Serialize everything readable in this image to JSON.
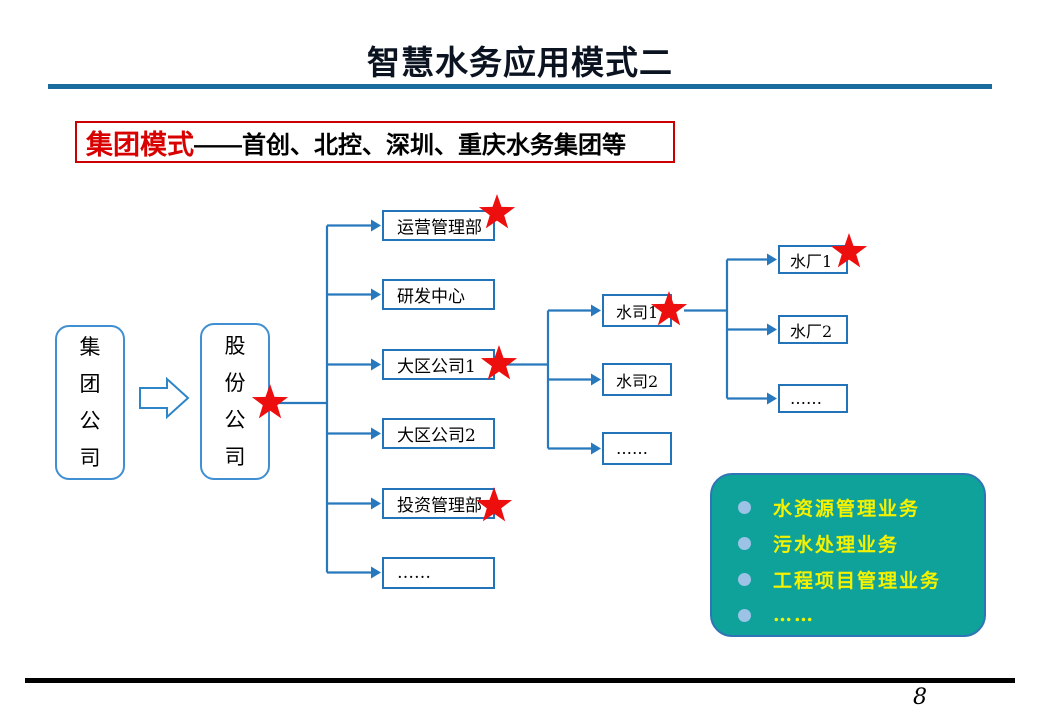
{
  "title": "智慧水务应用模式二",
  "banner": {
    "highlight": "集团模式",
    "suffix": "——首创、北控、深圳、重庆水务集团等"
  },
  "chart": {
    "group_company": "集\n团\n公\n司",
    "holding_company": "股\n份\n公\n司",
    "departments": [
      {
        "label": "运营管理部",
        "starred": true
      },
      {
        "label": "研发中心",
        "starred": false
      },
      {
        "label": "大区公司1",
        "starred": true
      },
      {
        "label": "大区公司2",
        "starred": false
      },
      {
        "label": "投资管理部",
        "starred": true
      },
      {
        "label": "……",
        "starred": false
      }
    ],
    "water_companies": [
      {
        "label": "水司1",
        "starred": true
      },
      {
        "label": "水司2",
        "starred": false
      },
      {
        "label": "……",
        "starred": false
      }
    ],
    "water_plants": [
      {
        "label": "水厂1",
        "starred": true
      },
      {
        "label": "水厂2",
        "starred": false
      },
      {
        "label": "……",
        "starred": false
      }
    ]
  },
  "business_panel": {
    "items": [
      "水资源管理业务",
      "污水处理业务",
      "工程项目管理业务",
      "……"
    ]
  },
  "footer": {
    "page_number": "8"
  },
  "colors": {
    "title_rule_blue": "#1A6B9E",
    "connector_blue": "#2878BE",
    "box_border_blue": "#2273B8",
    "rounded_border_blue": "#3F8FD2",
    "banner_red": "#D90000",
    "star_red": "#ED0E0E",
    "panel_teal": "#0FA29A",
    "bullet_blue": "#9CC2E5",
    "item_yellow": "#F5F200"
  }
}
